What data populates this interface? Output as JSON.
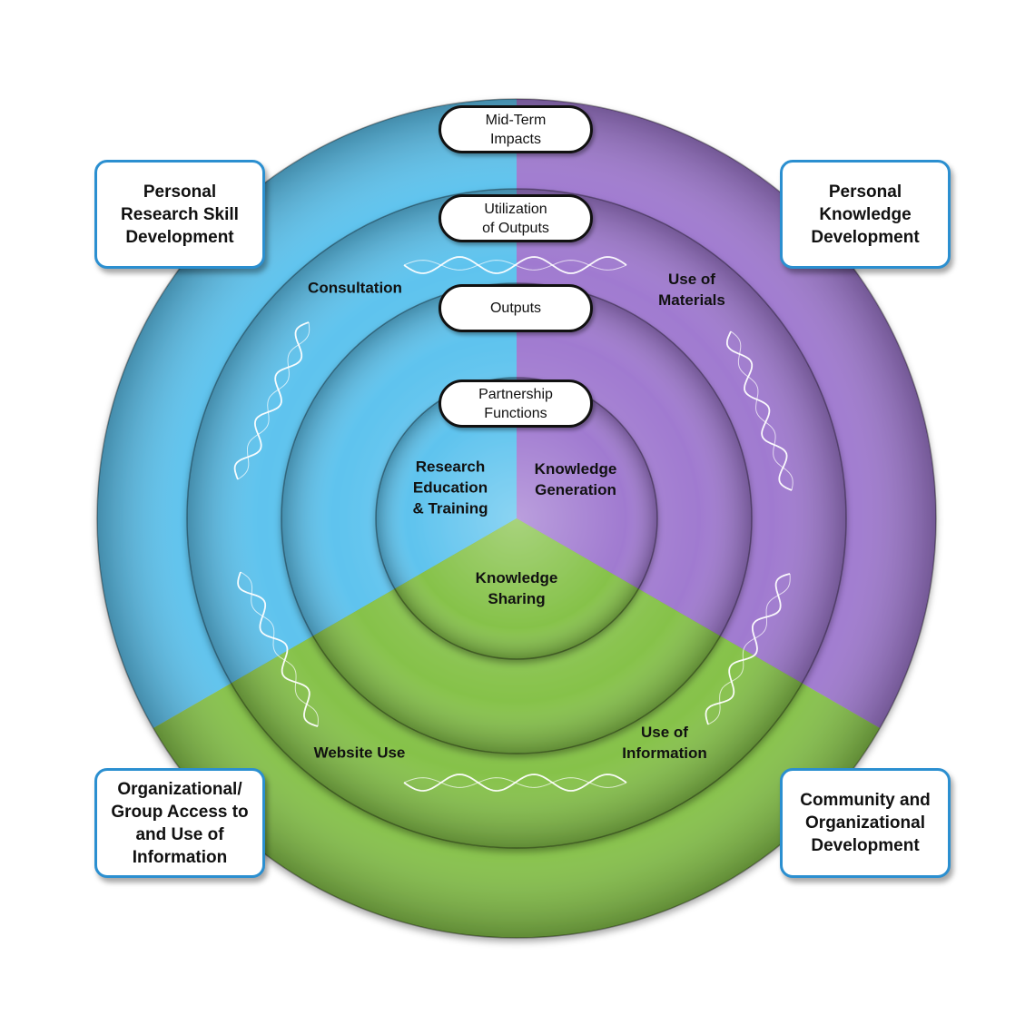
{
  "colors": {
    "blue": "#5ec3ee",
    "purple": "#a07ad0",
    "green": "#86c24a",
    "corner_border": "#2b8fd0",
    "wave": "#ffffff"
  },
  "rings": {
    "mid_term": "Mid-Term\nImpacts",
    "utilization": "Utilization\nof Outputs",
    "outputs": "Outputs",
    "functions": "Partnership\nFunctions"
  },
  "center": {
    "research": "Research\nEducation\n& Training",
    "knowledge_generation": "Knowledge\nGeneration",
    "knowledge_sharing": "Knowledge\nSharing"
  },
  "utilization_labels": {
    "consultation": "Consultation",
    "use_of_materials": "Use of\nMaterials",
    "website_use": "Website Use",
    "use_of_information": "Use of\nInformation"
  },
  "corners": {
    "top_left": "Personal\nResearch Skill\nDevelopment",
    "top_right": "Personal\nKnowledge\nDevelopment",
    "bottom_left": "Organizational/\nGroup Access to\nand Use of\nInformation",
    "bottom_right": "Community and\nOrganizational\nDevelopment"
  }
}
